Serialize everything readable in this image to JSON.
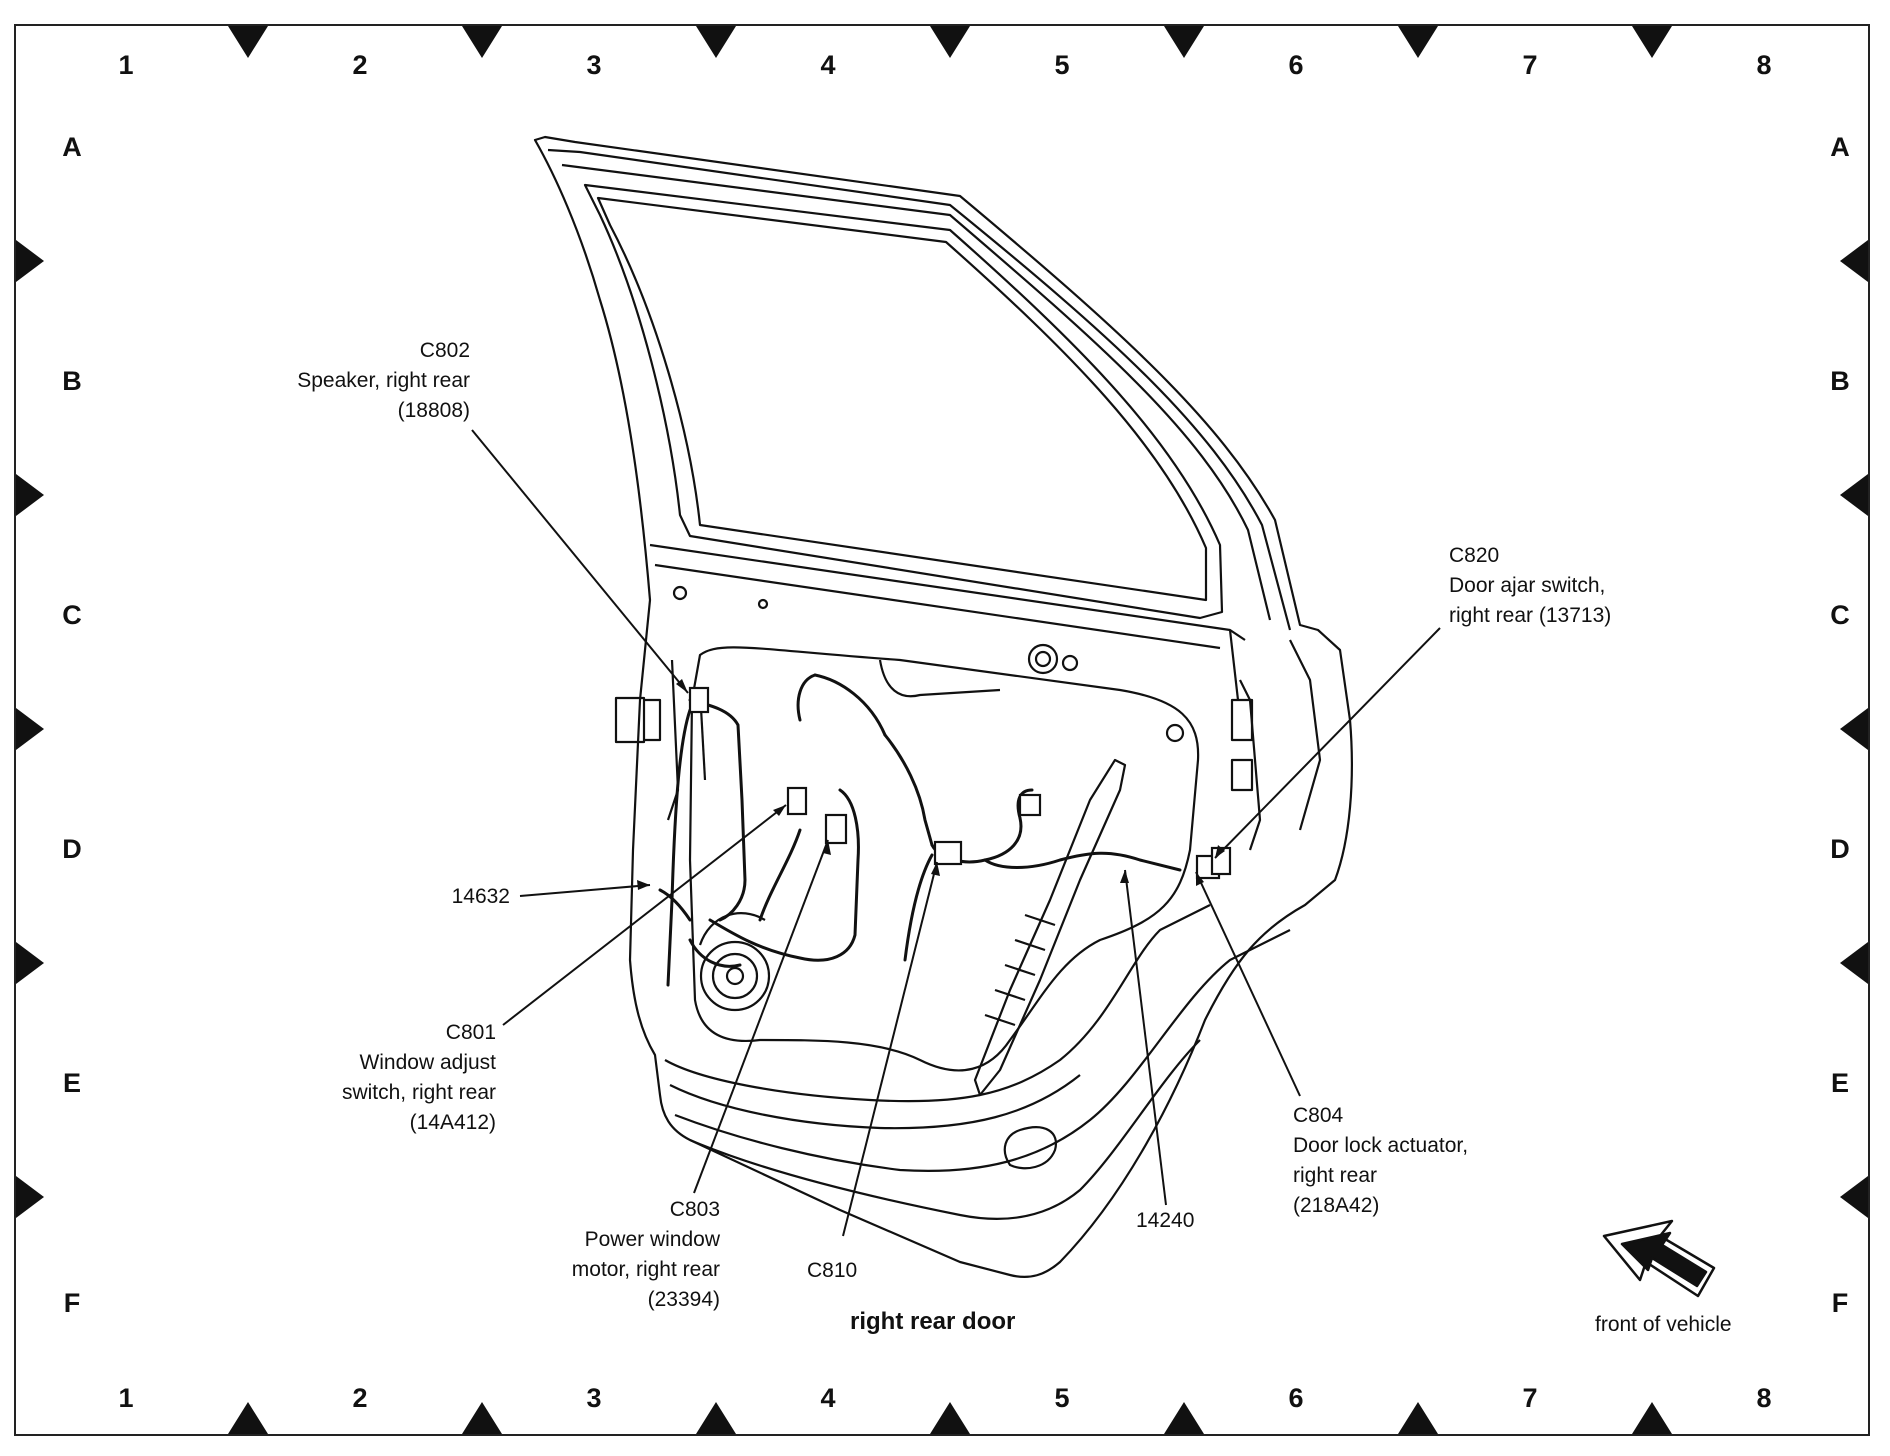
{
  "diagram": {
    "caption": "right rear door",
    "orientation_label": "front of vehicle",
    "grid": {
      "columns": [
        "1",
        "2",
        "3",
        "4",
        "5",
        "6",
        "7",
        "8"
      ],
      "rows": [
        "A",
        "B",
        "C",
        "D",
        "E",
        "F"
      ]
    },
    "callouts": [
      {
        "id": "c802",
        "lines": [
          "C802",
          "Speaker, right rear",
          "(18808)"
        ]
      },
      {
        "id": "c820",
        "lines": [
          "C820",
          "Door ajar switch,",
          "right rear (13713)"
        ]
      },
      {
        "id": "h14632",
        "lines": [
          "14632"
        ]
      },
      {
        "id": "c801",
        "lines": [
          "C801",
          "Window adjust",
          "switch, right rear",
          "(14A412)"
        ]
      },
      {
        "id": "c803",
        "lines": [
          "C803",
          "Power window",
          "motor, right rear",
          "(23394)"
        ]
      },
      {
        "id": "c810",
        "lines": [
          "C810"
        ]
      },
      {
        "id": "h14240",
        "lines": [
          "14240"
        ]
      },
      {
        "id": "c804",
        "lines": [
          "C804",
          "Door lock actuator,",
          "right rear",
          "(218A42)"
        ]
      }
    ]
  }
}
